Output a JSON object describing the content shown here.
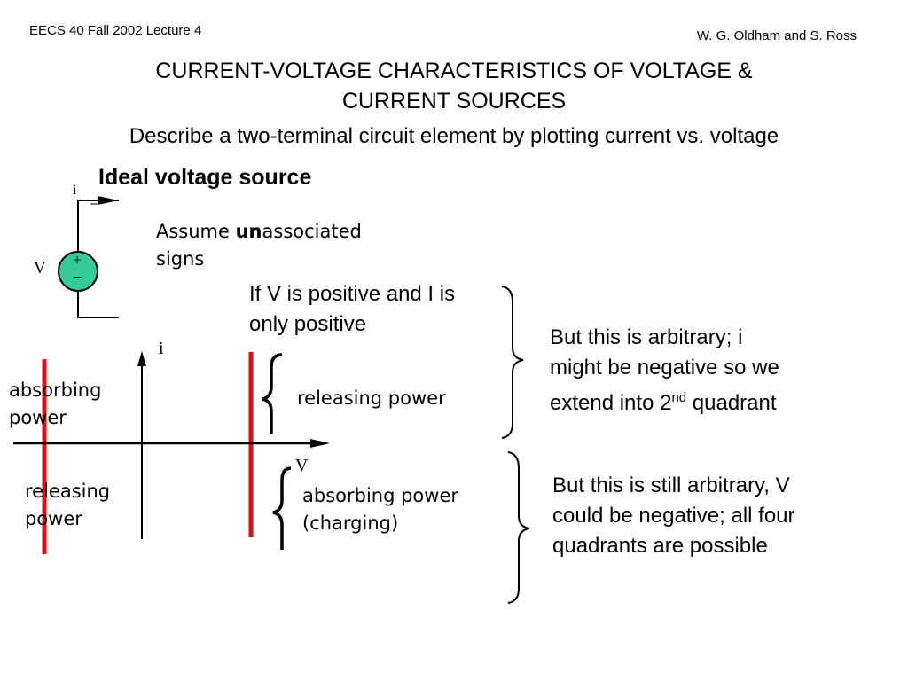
{
  "header": {
    "course": "EECS 40  Fall 2002   Lecture 4",
    "authors": "W. G. Oldham and S. Ross"
  },
  "title": {
    "line1": "CURRENT-VOLTAGE CHARACTERISTICS OF VOLTAGE &",
    "line2": "CURRENT SOURCES"
  },
  "subtitle": "Describe a two-terminal circuit element by plotting current vs. voltage",
  "section_heading": "Ideal voltage source",
  "circuit": {
    "current_label": "i",
    "voltage_label": "V",
    "plus_sign": "+",
    "minus_sign": "–",
    "source_color": "#33cc99"
  },
  "assume_note": {
    "prefix": "Assume ",
    "emphasis": "un",
    "suffix": "associated",
    "line2": "signs"
  },
  "condition_text": {
    "line1": "If V is positive and I is",
    "line2": "only positive"
  },
  "plot": {
    "y_axis_label": "i",
    "x_axis_label": "V",
    "marker_color": "#dd1111"
  },
  "region_labels": {
    "left_top": {
      "line1": "absorbing",
      "line2": "power"
    },
    "left_bottom": {
      "line1": "releasing",
      "line2": "power"
    },
    "right_top": "releasing power",
    "right_bottom": {
      "line1": "absorbing power",
      "line2": "(charging)"
    }
  },
  "note_1": {
    "line1": "But this is arbitrary;  i",
    "line2": "might be negative so we",
    "line3_prefix": "extend into 2",
    "line3_sup": "nd",
    "line3_suffix": " quadrant"
  },
  "note_2": {
    "line1": "But this is still arbitrary, V",
    "line2": "could be negative; all four",
    "line3": "quadrants are possible"
  }
}
